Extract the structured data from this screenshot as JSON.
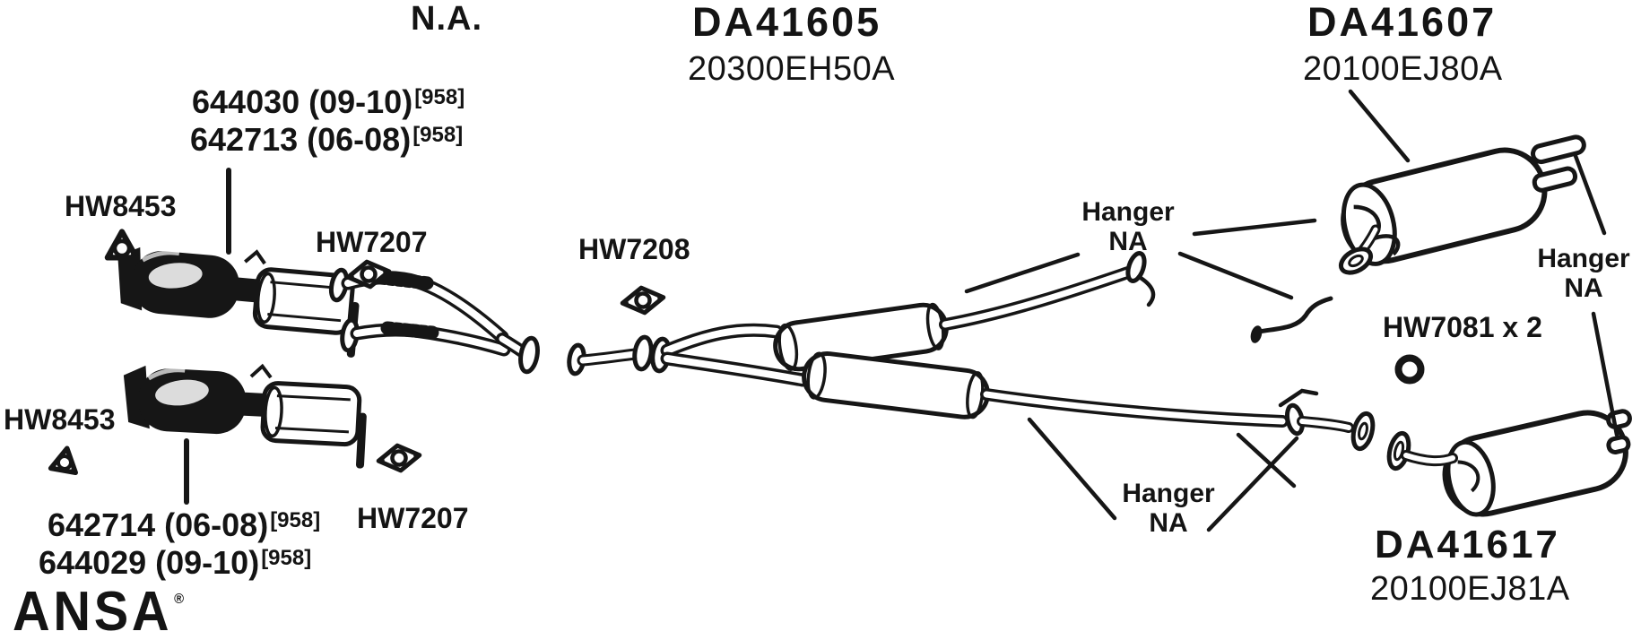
{
  "page": {
    "background": "#ffffff",
    "ink": "#161616"
  },
  "brand": {
    "logo_text": "ANSA",
    "registered_mark": "®"
  },
  "assemblies": {
    "na_label": "N.A.",
    "center": {
      "part": "DA41605",
      "oem": "20300EH50A"
    },
    "muffler_top": {
      "part": "DA41607",
      "oem": "20100EJ80A"
    },
    "muffler_bottom": {
      "part": "DA41617",
      "oem": "20100EJ81A"
    }
  },
  "front_pipes": {
    "upper": {
      "line1": {
        "text": "644030 (09-10)",
        "sup": "[958]"
      },
      "line2": {
        "text": "642713 (06-08)",
        "sup": "[958]"
      }
    },
    "lower": {
      "line1": {
        "text": "642714 (06-08)",
        "sup": "[958]"
      },
      "line2": {
        "text": "644029 (09-10)",
        "sup": "[958]"
      }
    }
  },
  "hardware": {
    "hw8453_top": "HW8453",
    "hw8453_bottom": "HW8453",
    "hw7207_top": "HW7207",
    "hw7207_bottom": "HW7207",
    "hw7208": "HW7208",
    "hw7081": "HW7081 x 2"
  },
  "hangers": {
    "top": {
      "line1": "Hanger",
      "line2": "NA"
    },
    "right": {
      "line1": "Hanger",
      "line2": "NA"
    },
    "bottom": {
      "line1": "Hanger",
      "line2": "NA"
    }
  },
  "icons": {
    "gasket_triangle": "tri-lobe-flange-gasket",
    "gasket_oval": "oval-flange-gasket",
    "gasket_ring": "ring-gasket"
  }
}
